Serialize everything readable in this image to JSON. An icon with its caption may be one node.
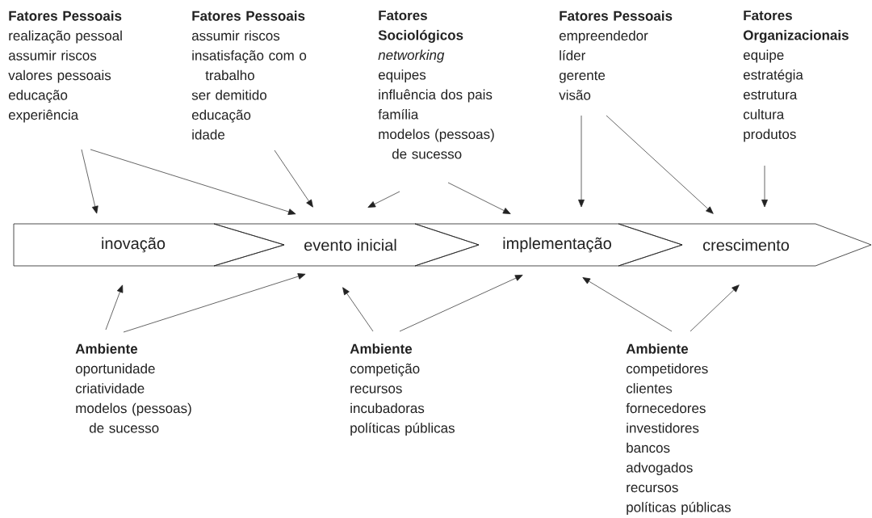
{
  "diagram": {
    "nodes": [
      {
        "text": [
          "inovação"
        ]
      },
      {
        "text": [
          "evento inicial"
        ]
      },
      {
        "text": [
          "implementação"
        ]
      },
      {
        "text": [
          "crescimento"
        ]
      },
      {
        "text": [
          "Fatores Pessoais",
          "realização pessoal",
          "assumir riscos",
          "valores pessoais",
          "educação",
          "experiência"
        ]
      },
      {
        "text": [
          "Fatores Pessoais",
          "assumir riscos",
          "insatisfação com o trabalho",
          "ser demitido",
          "educação",
          "idade"
        ]
      },
      {
        "text": [
          "Fatores Sociológicos",
          "*networking*",
          "equipes",
          "influência dos pais",
          "família",
          "modelos (pessoas) de sucesso"
        ]
      },
      {
        "text": [
          "Fatores Pessoais",
          "empreendedor",
          "líder",
          "gerente",
          "visão"
        ]
      },
      {
        "text": [
          "Fatores Organizacionais",
          "equipe",
          "estratégia",
          "estrutura",
          "cultura",
          "produtos"
        ]
      },
      {
        "text": [
          "Ambiente",
          "oportunidade",
          "criatividade",
          "modelos (pessoas) de sucesso"
        ]
      },
      {
        "text": [
          "Ambiente",
          "competição",
          "recursos",
          "incubadoras",
          "políticas públicas"
        ]
      },
      {
        "text": [
          "Ambiente",
          "competidores",
          "clientes",
          "fornecedores",
          "investidores",
          "bancos",
          "advogados",
          "recursos",
          "políticas públicas"
        ]
      }
    ],
    "edges": [
      {
        "from": 4,
        "to": 0,
        "arrow": "to"
      },
      {
        "from": 4,
        "to": 1,
        "arrow": "to"
      },
      {
        "from": 5,
        "to": 1,
        "arrow": "to"
      },
      {
        "from": 6,
        "to": 1,
        "arrow": "to"
      },
      {
        "from": 6,
        "to": 2,
        "arrow": "to"
      },
      {
        "from": 7,
        "to": 2,
        "arrow": "to"
      },
      {
        "from": 7,
        "to": 3,
        "arrow": "to"
      },
      {
        "from": 8,
        "to": 3,
        "arrow": "to"
      },
      {
        "from": 9,
        "to": 0,
        "arrow": "to"
      },
      {
        "from": 9,
        "to": 1,
        "arrow": "to"
      },
      {
        "from": 10,
        "to": 1,
        "arrow": "to"
      },
      {
        "from": 10,
        "to": 2,
        "arrow": "to"
      },
      {
        "from": 11,
        "to": 2,
        "arrow": "to"
      },
      {
        "from": 11,
        "to": 3,
        "arrow": "to"
      }
    ]
  }
}
